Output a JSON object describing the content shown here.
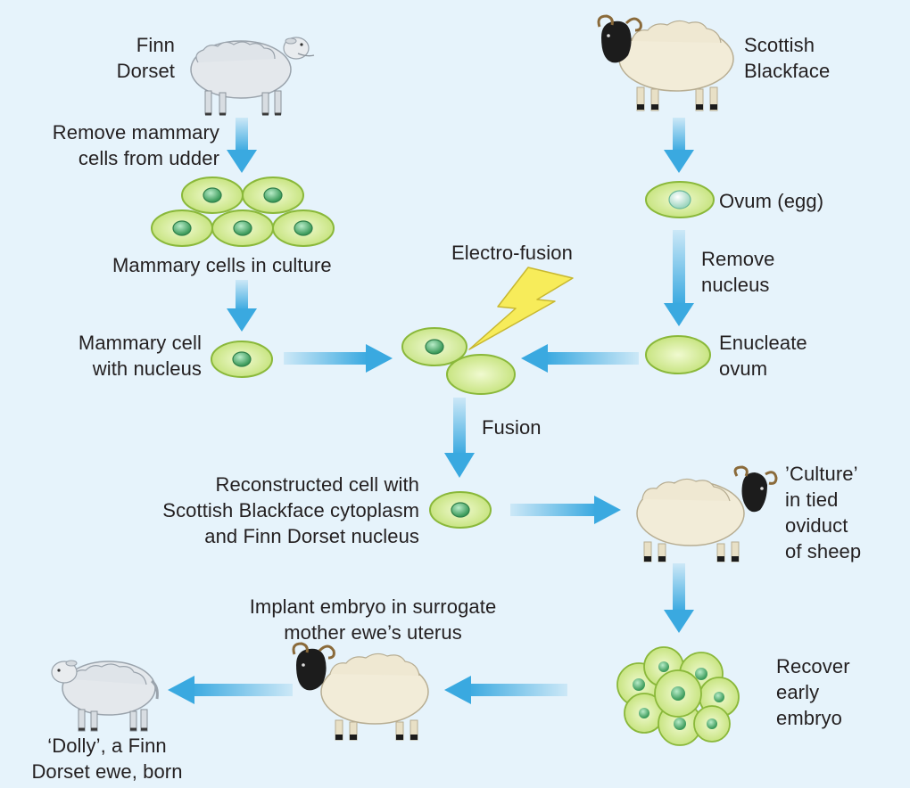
{
  "labels": {
    "finn_dorset": "Finn\nDorset",
    "scottish_blackface": "Scottish\nBlackface",
    "remove_mammary": "Remove mammary\ncells from udder",
    "ovum_egg": "Ovum (egg)",
    "mammary_culture": "Mammary cells in culture",
    "electro_fusion": "Electro-fusion",
    "remove_nucleus": "Remove\nnucleus",
    "mammary_cell_nucleus": "Mammary cell\nwith nucleus",
    "enucleate_ovum": "Enucleate\novum",
    "fusion": "Fusion",
    "reconstructed_cell": "Reconstructed cell with\nScottish Blackface cytoplasm\nand Finn Dorset nucleus",
    "culture_oviduct": "’Culture’\nin tied\noviduct\nof sheep",
    "implant_embryo": "Implant embryo in surrogate\nmother ewe’s uterus",
    "recover_embryo": "Recover\nearly\nembryo",
    "dolly": "‘Dolly’, a Finn\nDorset ewe, born"
  },
  "colors": {
    "background": "#e6f3fb",
    "arrow": "#3aa9e0",
    "cell_fill": "#d4ec8c",
    "cell_edge": "#8ab83a",
    "nucleus": "#4fae6e",
    "lightning": "#f7ec5a",
    "finn_wool": "#e4e8ec",
    "blackface_wool": "#f2ecd8"
  },
  "icons": [
    "finn-dorset-sheep-icon",
    "scottish-blackface-sheep-icon",
    "lightning-bolt-icon",
    "cell-icon",
    "embryo-icon"
  ]
}
